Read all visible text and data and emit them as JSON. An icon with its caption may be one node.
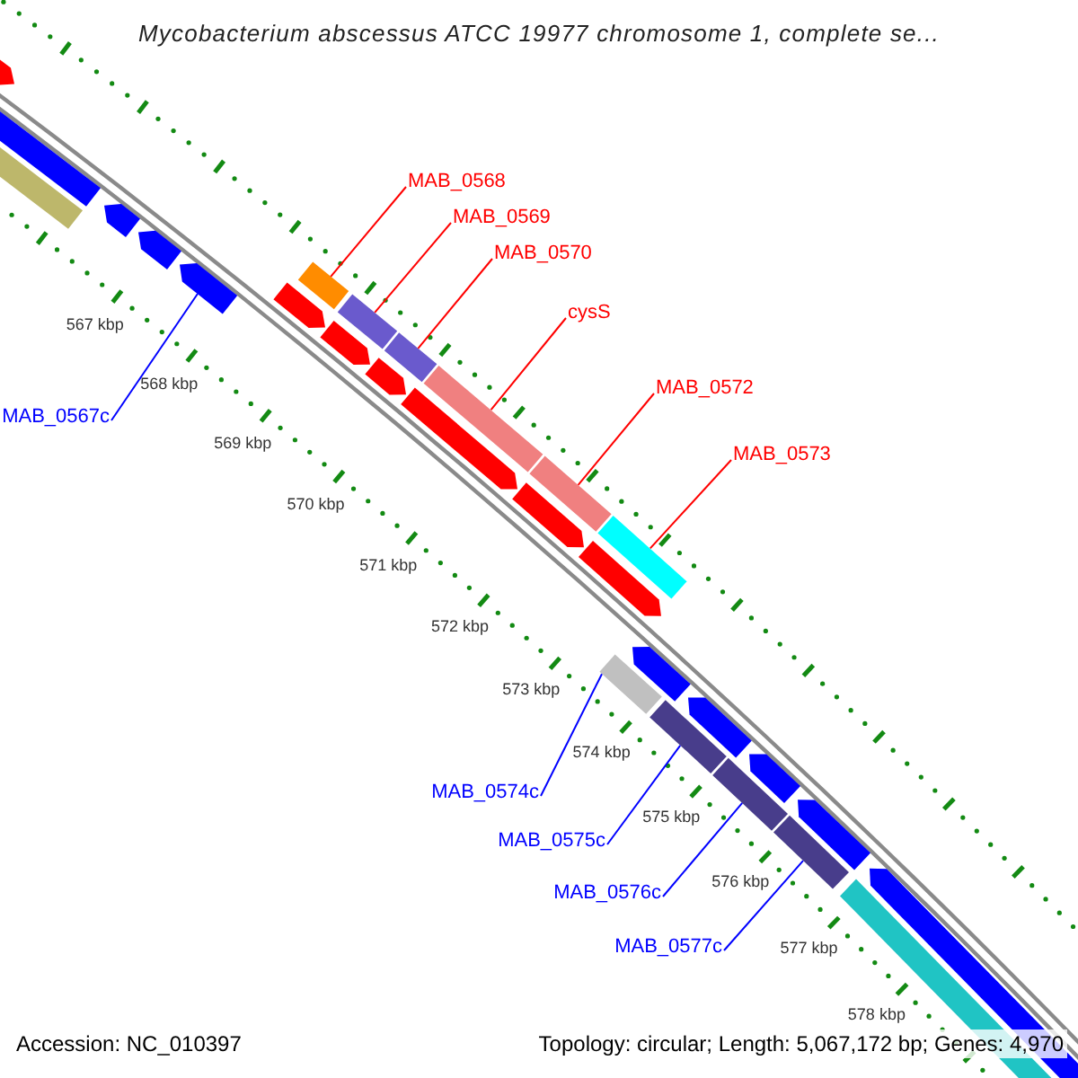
{
  "diagram": {
    "title": "Mycobacterium abscessus ATCC 19977 chromosome 1, complete se...",
    "nodes": [
      {
        "text": [
          "MAB_0568"
        ]
      },
      {
        "text": [
          "MAB_0569"
        ]
      },
      {
        "text": [
          "MAB_0570"
        ]
      },
      {
        "text": [
          "cysS"
        ]
      },
      {
        "text": [
          "MAB_0572"
        ]
      },
      {
        "text": [
          "MAB_0573"
        ]
      },
      {
        "text": [
          "MAB_0567c"
        ]
      },
      {
        "text": [
          "MAB_0574c"
        ]
      },
      {
        "text": [
          "MAB_0575c"
        ]
      },
      {
        "text": [
          "MAB_0576c"
        ]
      },
      {
        "text": [
          "MAB_0577c"
        ]
      },
      {
        "text": [],
        "shape": "bar"
      },
      {
        "text": [],
        "shape": "bar"
      },
      {
        "text": [],
        "shape": "bar"
      },
      {
        "text": [],
        "shape": "bar"
      },
      {
        "text": [],
        "shape": "bar"
      },
      {
        "text": [],
        "shape": "bar"
      },
      {
        "text": [],
        "shape": "bar"
      },
      {
        "text": [],
        "shape": "bar"
      },
      {
        "text": [],
        "shape": "bar"
      },
      {
        "text": [],
        "shape": "bar"
      },
      {
        "text": [],
        "shape": "bar"
      }
    ],
    "edges": [
      {
        "from": 0,
        "to": 12,
        "arrow": "none"
      },
      {
        "from": 1,
        "to": 13,
        "arrow": "none"
      },
      {
        "from": 2,
        "to": 14,
        "arrow": "none"
      },
      {
        "from": 3,
        "to": 15,
        "arrow": "none"
      },
      {
        "from": 4,
        "to": 16,
        "arrow": "none"
      },
      {
        "from": 5,
        "to": 17,
        "arrow": "none"
      },
      {
        "from": 6,
        "to": 11,
        "arrow": "none",
        "color": "#0000ff"
      },
      {
        "from": 7,
        "to": 18,
        "arrow": "none",
        "color": "#0000ff"
      },
      {
        "from": 8,
        "to": 19,
        "arrow": "none",
        "color": "#0000ff"
      },
      {
        "from": 9,
        "to": 20,
        "arrow": "none",
        "color": "#0000ff"
      },
      {
        "from": 10,
        "to": 21,
        "arrow": "none",
        "color": "#0000ff"
      }
    ],
    "labels": [
      "567 kbp",
      "568 kbp",
      "569 kbp",
      "570 kbp",
      "571 kbp",
      "572 kbp",
      "573 kbp",
      "574 kbp",
      "575 kbp",
      "576 kbp",
      "577 kbp",
      "578 kbp",
      "Accession: NC_010397",
      "Topology: circular; Length: 5,067,172 bp; Genes: 4,970"
    ]
  }
}
